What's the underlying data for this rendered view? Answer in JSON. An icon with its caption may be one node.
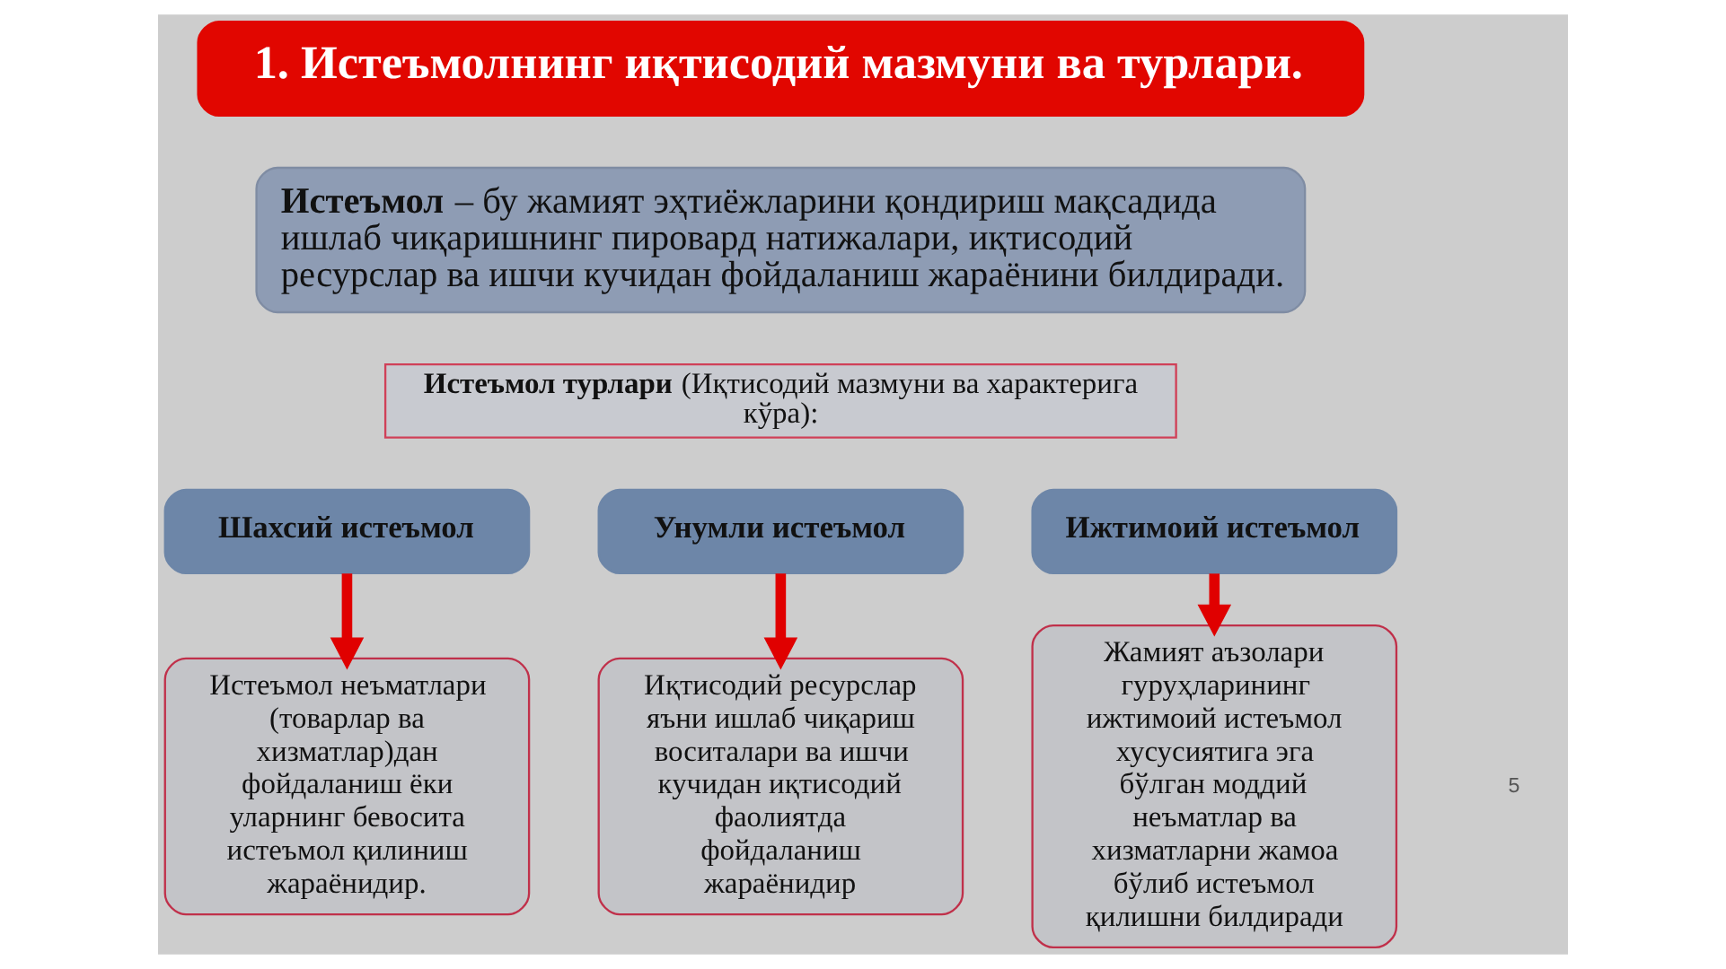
{
  "diagram": {
    "nodes": [
      {
        "text": [
          "1. Истеъмолнинг иқтисодий мазмуни ва турлари."
        ]
      },
      {
        "text": [
          "**Истеъмол** – бу жамият эҳтиёжларини қондириш мақсадида ишлаб чиқаришнинг пировард натижалари, иқтисодий ресурслар ва ишчи кучидан фойдаланиш жараёнини билдиради."
        ]
      },
      {
        "text": [
          "**Истеъмол турлари** (Иқтисодий мазмуни ва характерига кўра):"
        ]
      },
      {
        "text": [
          "Шахсий истеъмол"
        ]
      },
      {
        "text": [
          "Унумли истеъмол"
        ]
      },
      {
        "text": [
          "Ижтимоий истеъмол"
        ]
      },
      {
        "text": [
          "Истеъмол неъматлари (товарлар ва хизматлар)дан фойдаланиш ёки уларнинг бевосита истеъмол қилиниш жараёнидир."
        ]
      },
      {
        "text": [
          "Иқтисодий ресурслар яъни ишлаб чиқариш воситалари ва ишчи кучидан иқтисодий фаолиятда фойдаланиш жараёнидир"
        ]
      },
      {
        "text": [
          "Жамият аъзолари гуруҳларининг ижтимоий истеъмол хусусиятига эга бўлган моддий неъматлар ва хизматларни жамоа бўлиб истеъмол қилишни билдиради"
        ]
      }
    ],
    "edges": [
      {
        "from": 3,
        "to": 6,
        "arrow": "to"
      },
      {
        "from": 4,
        "to": 7,
        "arrow": "to"
      },
      {
        "from": 5,
        "to": 8,
        "arrow": "to"
      }
    ],
    "labels": [
      "5"
    ]
  }
}
